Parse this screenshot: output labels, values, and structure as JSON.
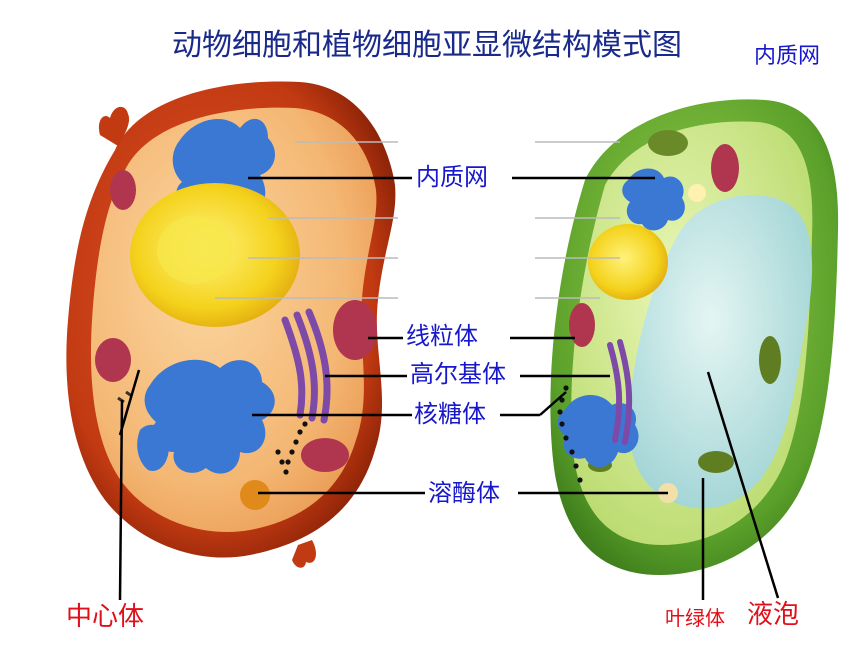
{
  "title": "动物细胞和植物细胞亚显微结构模式图",
  "corner_label": "内质网",
  "center_labels": {
    "er": "内质网",
    "mitochondria": "线粒体",
    "golgi": "高尔基体",
    "ribosome": "核糖体",
    "lysosome": "溶酶体"
  },
  "animal_labels": {
    "centrosome": "中心体"
  },
  "plant_labels": {
    "chloroplast": "叶绿体",
    "vacuole": "液泡"
  },
  "colors": {
    "title": "#1a2a8a",
    "label_blue": "#1717cc",
    "label_red": "#e0101a",
    "animal_membrane": "#b8320e",
    "animal_cytoplasm": "#f4b774",
    "plant_wall": "#5aa02a",
    "plant_cytoplasm": "#c9e58a",
    "nucleus": "#f3d21c",
    "er": "#3a78d4",
    "mitochondria": "#b0364f",
    "golgi": "#7d4aa8",
    "vacuole": "#bfe6ea"
  }
}
